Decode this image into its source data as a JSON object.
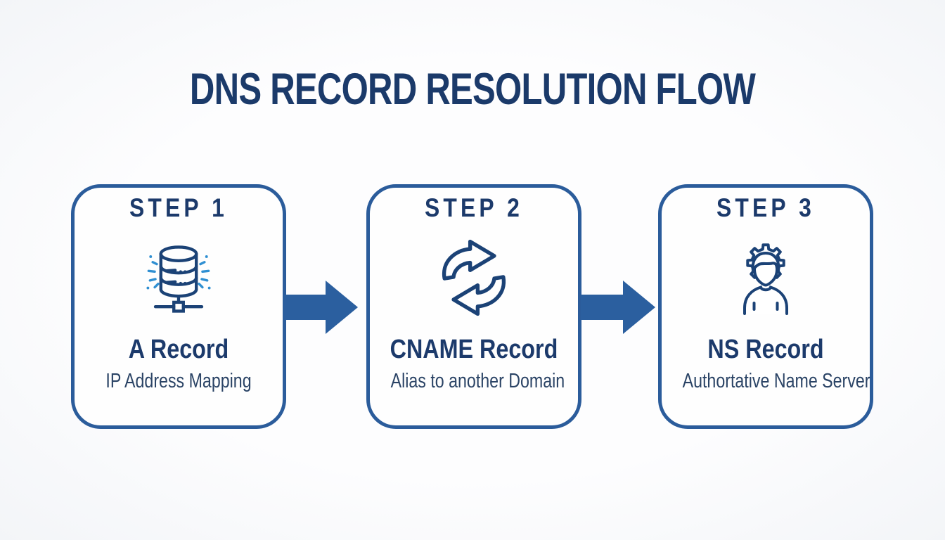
{
  "title": "DNS RECORD RESOLUTION FLOW",
  "steps": [
    {
      "label": "STEP 1",
      "record": "A Record",
      "description": "IP Address Mapping",
      "icon": "database-network-icon"
    },
    {
      "label": "STEP 2",
      "record": "CNAME Record",
      "description": "Alias to another Domain",
      "icon": "sync-arrows-icon"
    },
    {
      "label": "STEP 3",
      "record": "NS Record",
      "description": "Authortative Name Server",
      "icon": "admin-user-gear-icon"
    }
  ],
  "colors": {
    "text_navy": "#1c3a6b",
    "description_navy": "#2a4365",
    "border_blue": "#2b5c9b",
    "arrow_blue": "#2b5f9f",
    "icon_navy": "#1b4276",
    "icon_accent_blue": "#2f8fd2",
    "background": "#fafbfd",
    "card_background": "#fefefe"
  }
}
